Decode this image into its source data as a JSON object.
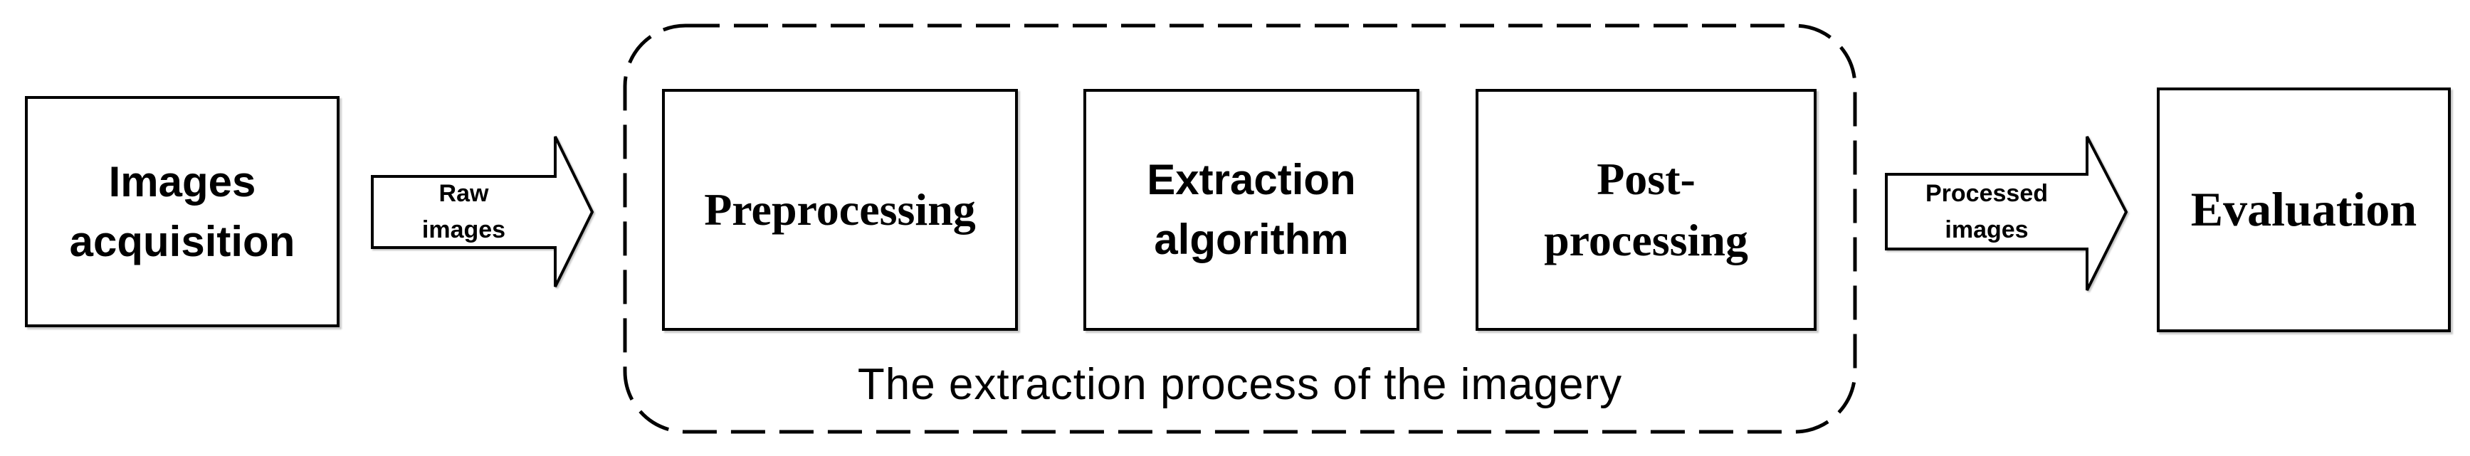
{
  "canvas": {
    "background": "#ffffff",
    "ink": "#000000"
  },
  "nodes": {
    "images_acquisition": {
      "line1": "Images",
      "line2": "acquisition"
    },
    "preprocessing": {
      "line1": "Preprocessing"
    },
    "extraction_algorithm": {
      "line1": "Extraction",
      "line2": "algorithm"
    },
    "post_processing": {
      "line1": "Post-",
      "line2": "processing"
    },
    "evaluation": {
      "line1": "Evaluation"
    }
  },
  "arrows": {
    "raw_images": {
      "line1": "Raw",
      "line2": "images"
    },
    "processed_images": {
      "line1": "Processed",
      "line2": "images"
    }
  },
  "group": {
    "caption": "The extraction process of the imagery"
  }
}
